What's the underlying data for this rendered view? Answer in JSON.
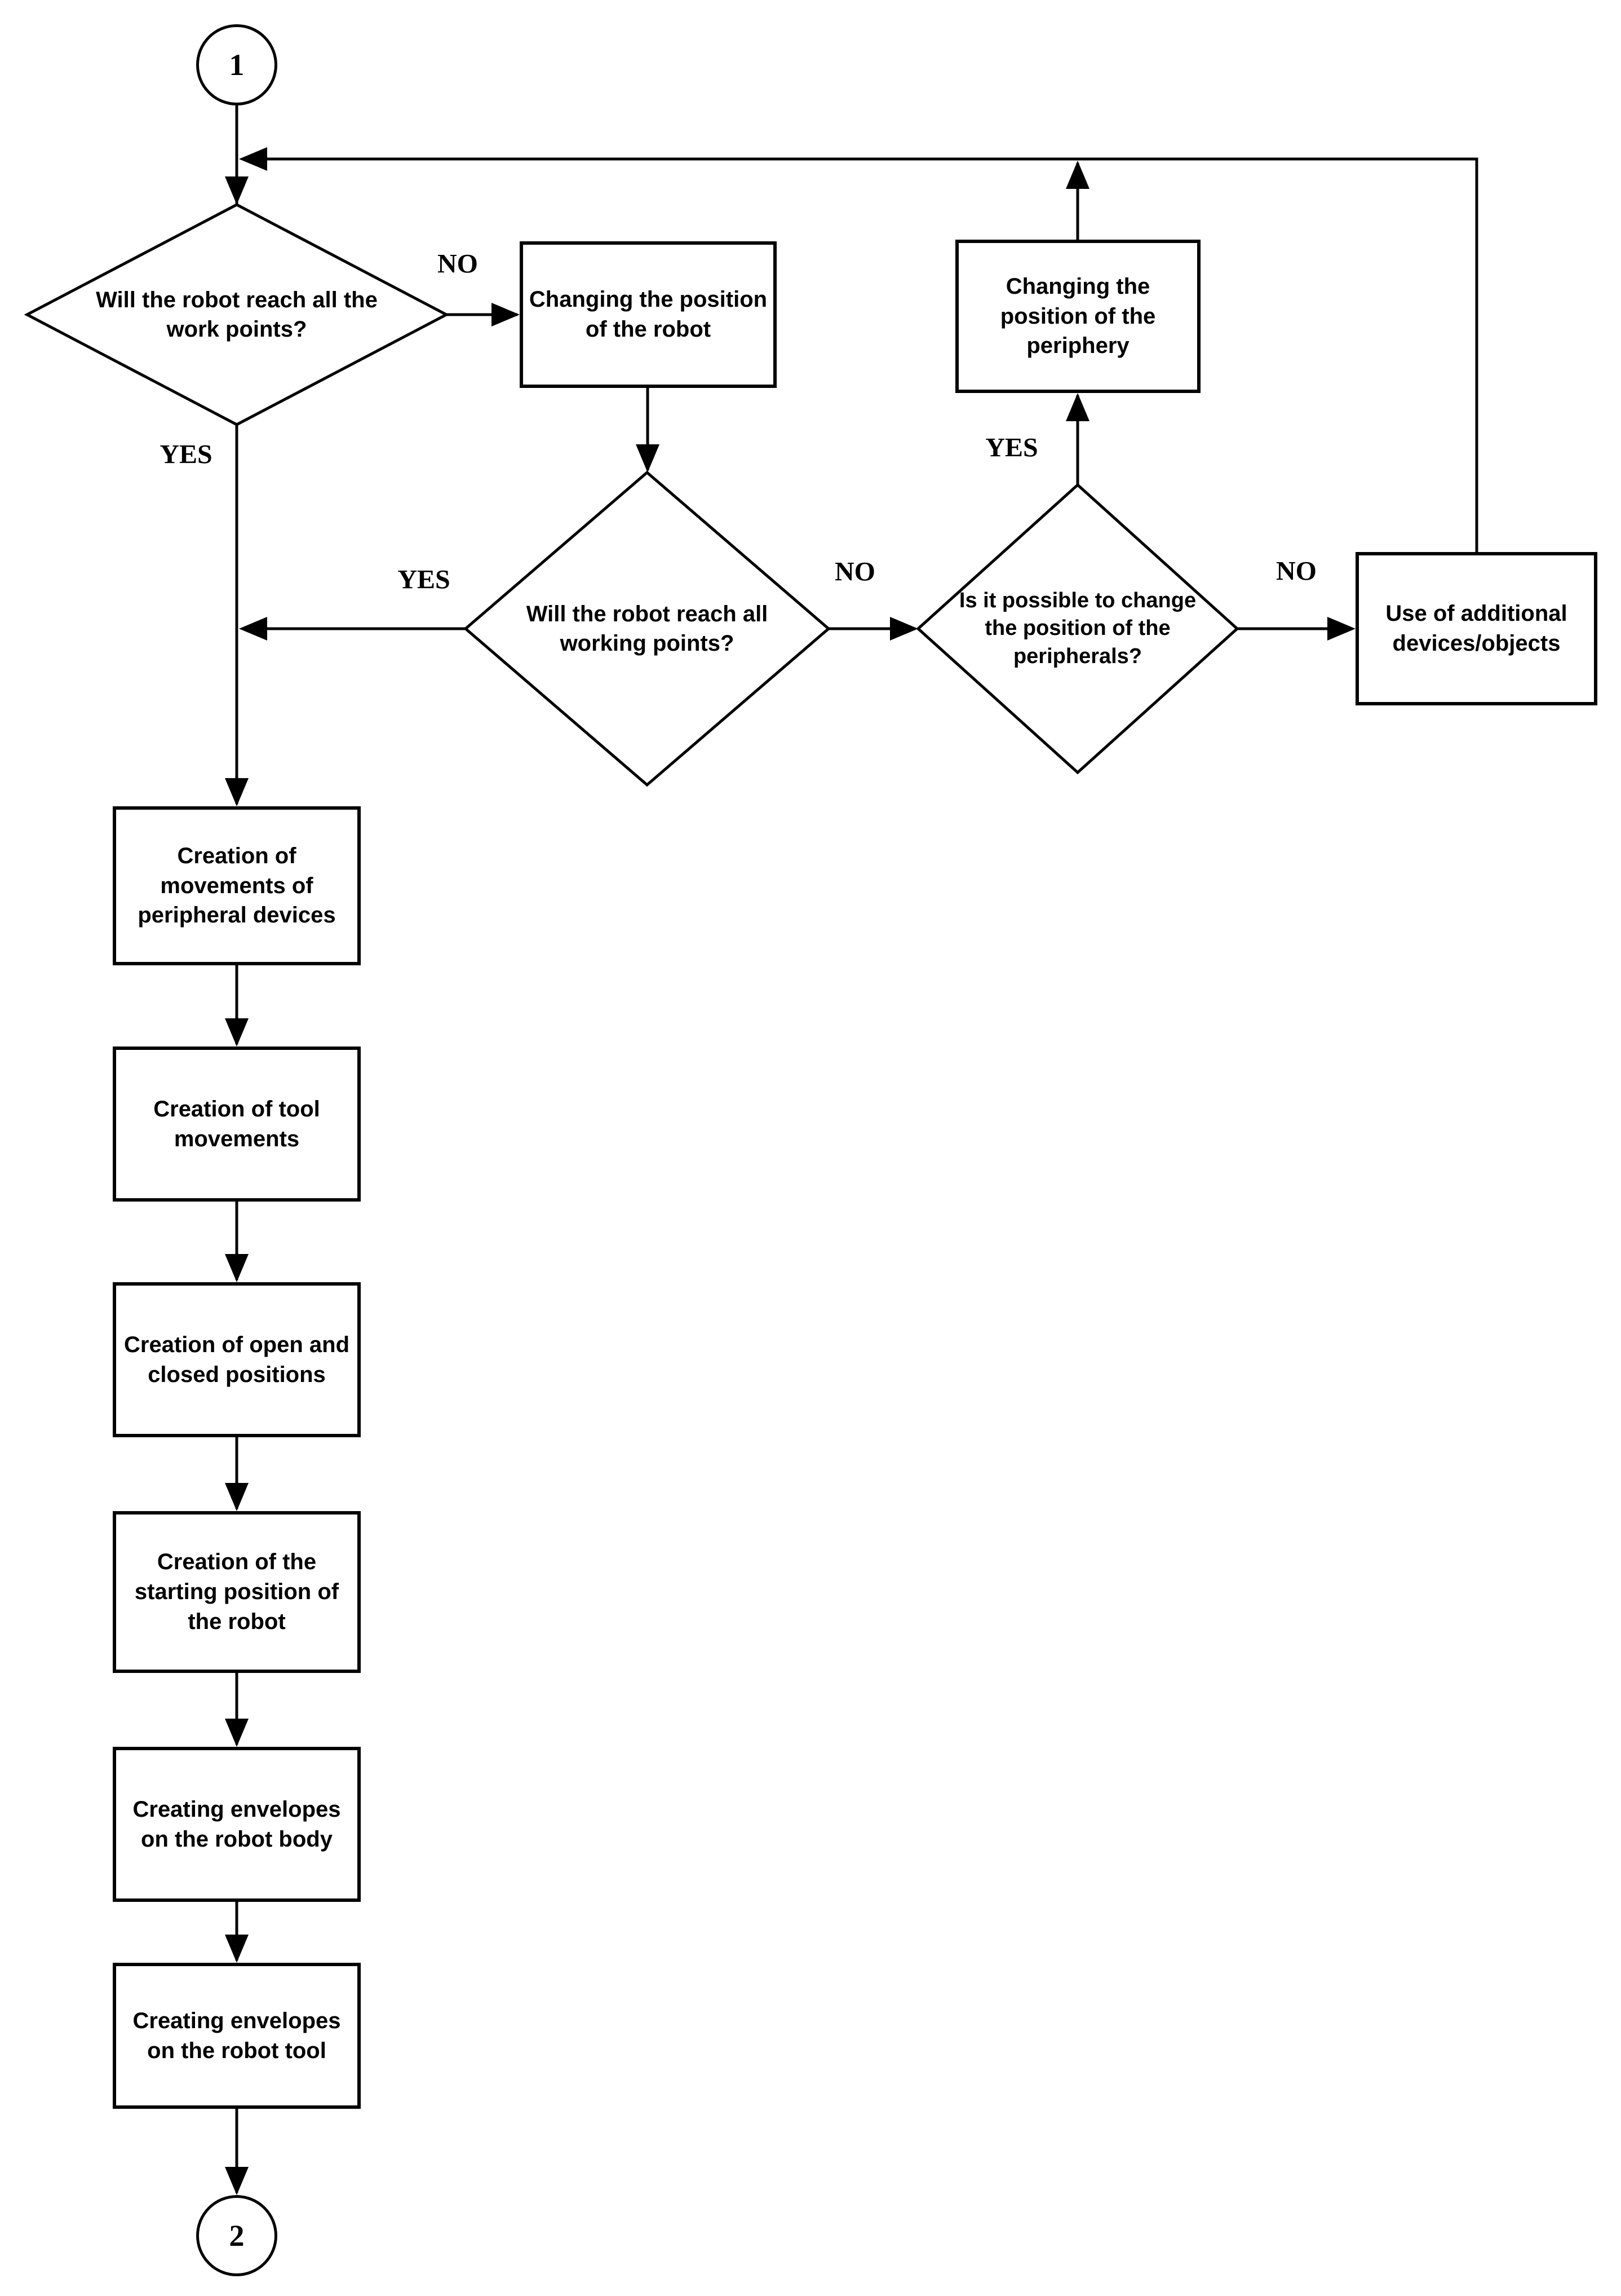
{
  "colors": {
    "background": "#ffffff",
    "line": "#000000",
    "text": "#000000"
  },
  "connectors": {
    "start": "1",
    "end": "2"
  },
  "decisions": {
    "reach_work_points": "Will the robot reach all the work points?",
    "reach_working_points": "Will the robot reach all working points?",
    "change_peripherals": "Is it possible to change the position of the peripherals?"
  },
  "processes": {
    "change_robot_position": "Changing the position of the robot",
    "change_periphery_position": "Changing the position of the periphery",
    "use_additional_devices": "Use of additional devices/objects",
    "peripheral_movements": "Creation of movements of peripheral devices",
    "tool_movements": "Creation of tool movements",
    "open_closed_positions": "Creation of open and closed positions",
    "starting_position": "Creation of the starting position of the robot",
    "envelopes_robot_body": "Creating envelopes on the robot body",
    "envelopes_robot_tool": "Creating envelopes on the robot tool"
  },
  "edge_labels": {
    "d1_no": "NO",
    "d1_yes": "YES",
    "d2_yes": "YES",
    "d2_no": "NO",
    "d3_yes": "YES",
    "d3_no": "NO"
  }
}
